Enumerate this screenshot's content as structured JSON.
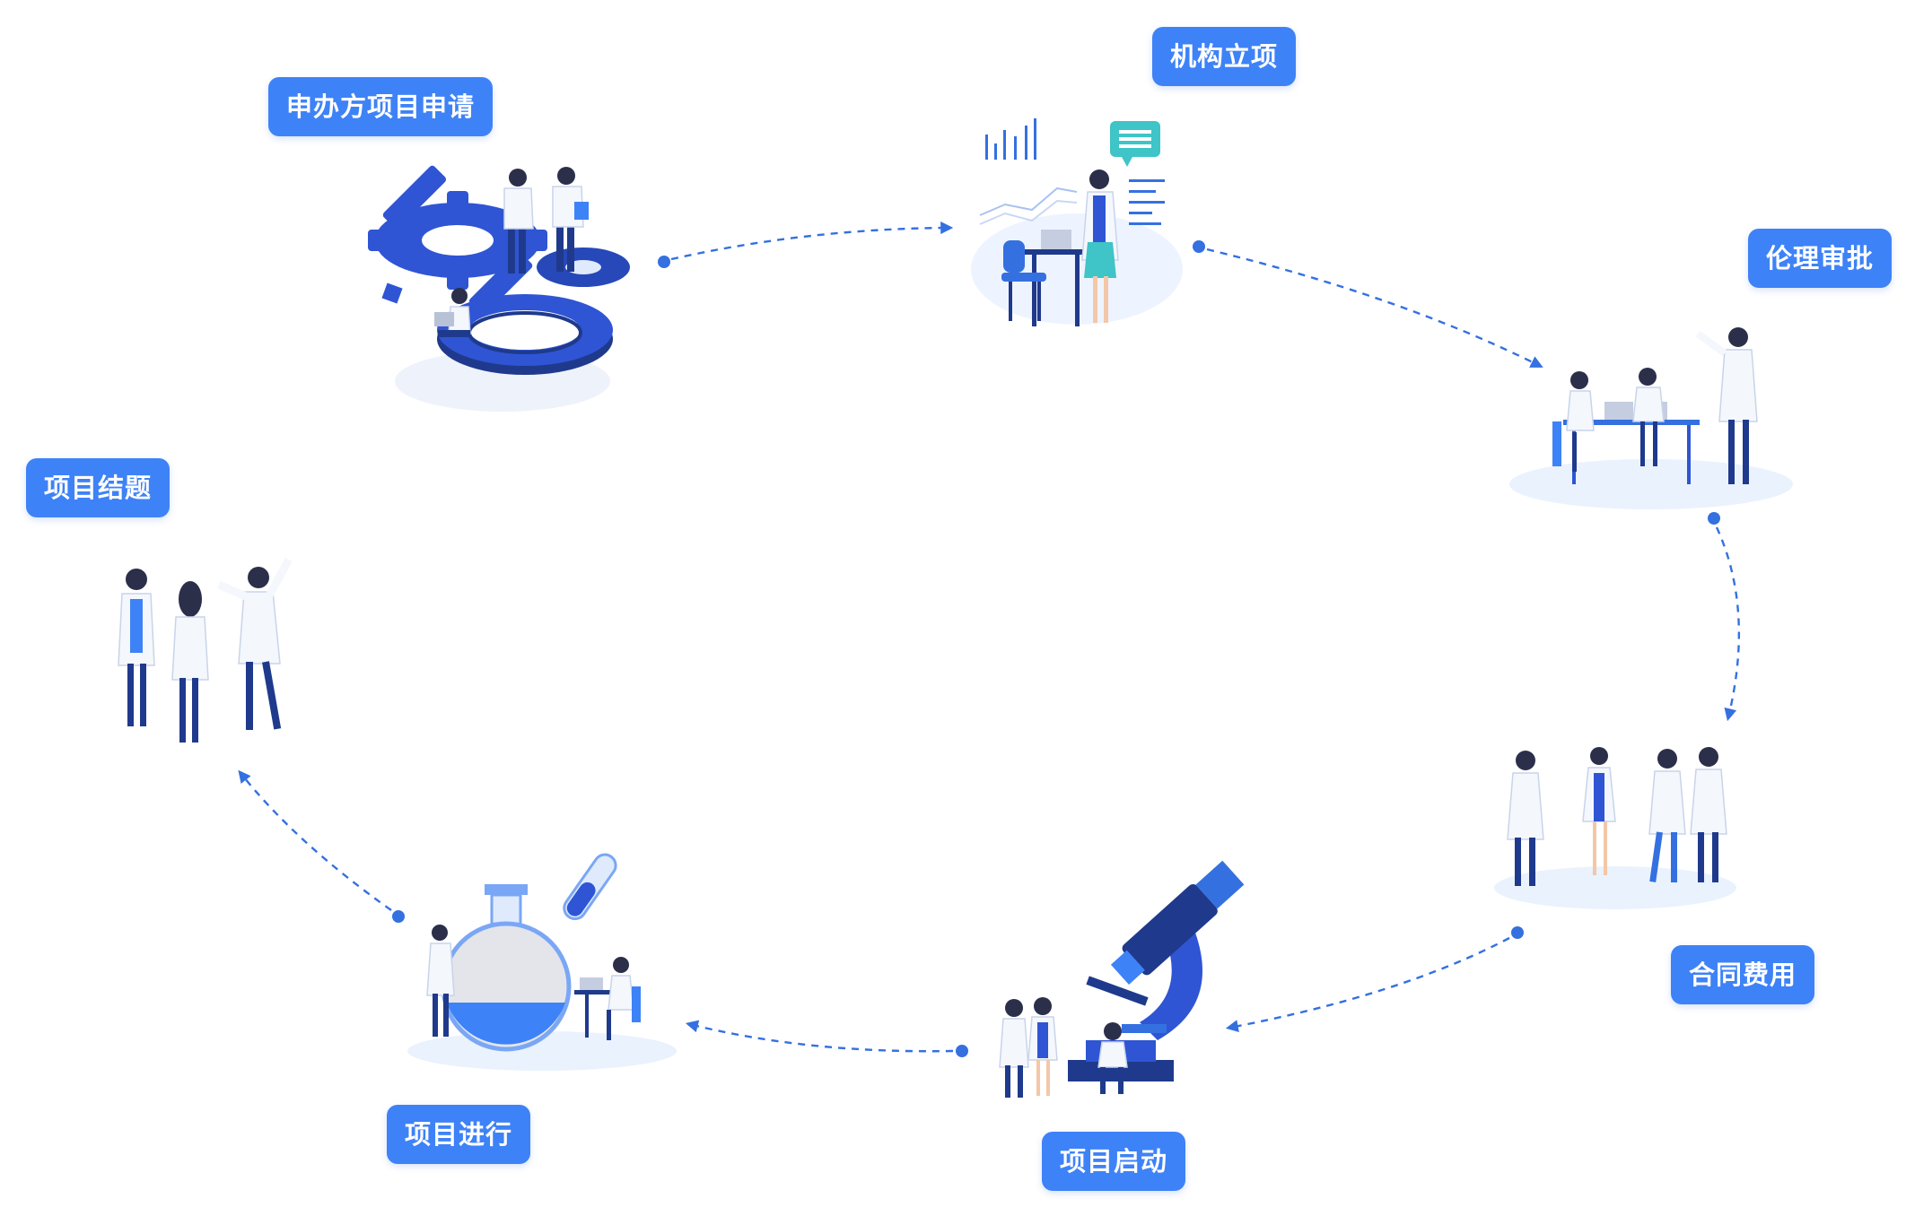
{
  "steps": [
    {
      "id": "sponsor",
      "label": "申办方项目申请",
      "illustration": "gears-handshake"
    },
    {
      "id": "institution",
      "label": "机构立项",
      "illustration": "presenter-charts"
    },
    {
      "id": "ethics",
      "label": "伦理审批",
      "illustration": "meeting-table"
    },
    {
      "id": "contract",
      "label": "合同费用",
      "illustration": "doctors-group"
    },
    {
      "id": "kickoff",
      "label": "项目启动",
      "illustration": "microscope"
    },
    {
      "id": "progress",
      "label": "项目进行",
      "illustration": "flask-laboratory"
    },
    {
      "id": "closeout",
      "label": "项目结题",
      "illustration": "team-standing"
    }
  ],
  "colors": {
    "label_bg": "#3e82f7",
    "label_text": "#ffffff",
    "arrow": "#3470e0",
    "illustration_dark": "#1f3a8c",
    "illustration_mid": "#2f55d4",
    "illustration_light": "#dfeafd"
  }
}
